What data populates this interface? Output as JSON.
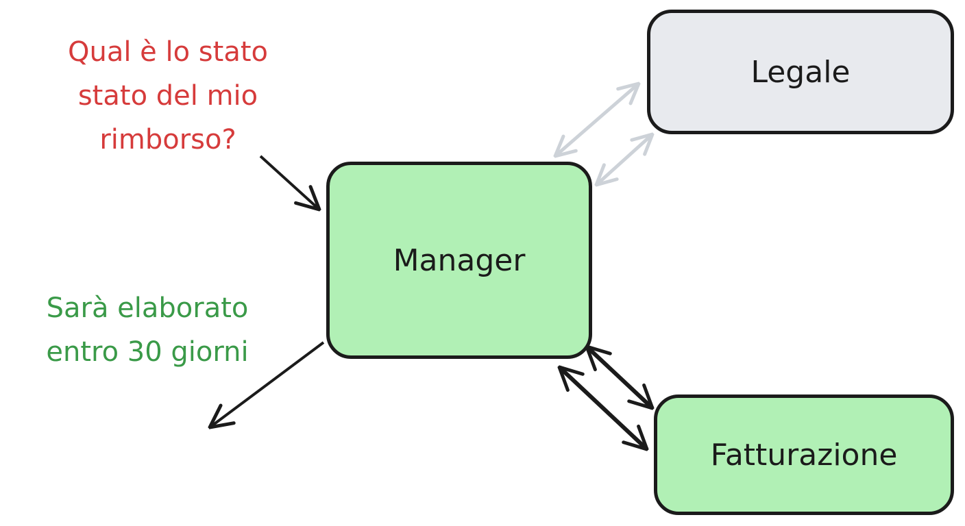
{
  "nodes": {
    "legale": {
      "label": "Legale",
      "color": "#e8eaee"
    },
    "manager": {
      "label": "Manager",
      "color": "#b1f0b5"
    },
    "fatturazione": {
      "label": "Fatturazione",
      "color": "#b1f0b5"
    }
  },
  "question": {
    "lines": [
      "Qual è lo stato",
      "stato del mio",
      "rimborso?"
    ],
    "color": "#d63b3b"
  },
  "answer": {
    "lines": [
      "Sarà elaborato",
      "entro 30 giorni"
    ],
    "color": "#3a9a48"
  },
  "colors": {
    "arrow_dark": "#1b1b1b",
    "arrow_light": "#cdd2d8"
  }
}
